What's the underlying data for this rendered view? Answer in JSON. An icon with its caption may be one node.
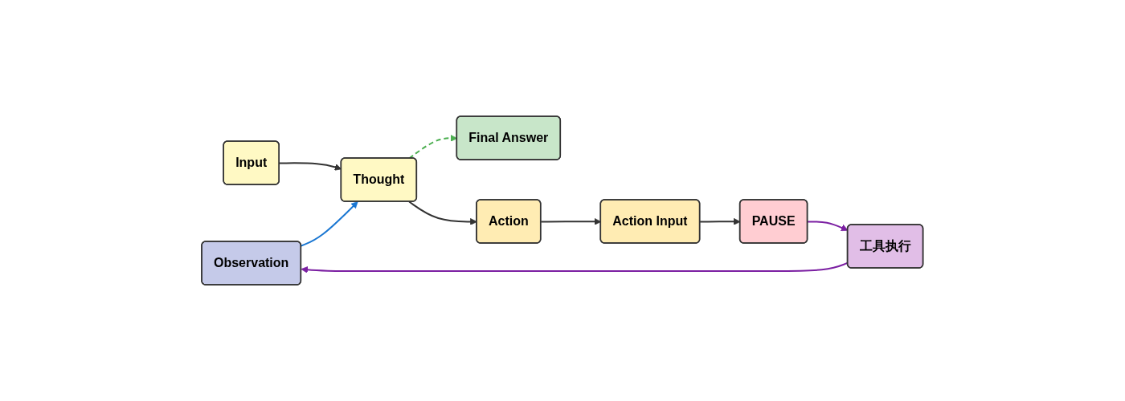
{
  "diagram": {
    "nodes": [
      {
        "text": [
          "Final Answer"
        ]
      },
      {
        "text": [
          "Observation"
        ]
      },
      {
        "text": [
          "工具执行"
        ]
      },
      {
        "text": [
          "Input"
        ]
      },
      {
        "text": [
          "Thought"
        ]
      },
      {
        "text": [
          "Action"
        ]
      },
      {
        "text": [
          "Action Input"
        ]
      },
      {
        "text": [
          "PAUSE"
        ]
      }
    ],
    "edges": [
      {
        "from": 3,
        "to": 4,
        "arrow": "to"
      },
      {
        "from": 4,
        "to": 5,
        "arrow": "to"
      },
      {
        "from": 5,
        "to": 6,
        "arrow": "to"
      },
      {
        "from": 6,
        "to": 7,
        "arrow": "to"
      },
      {
        "from": 7,
        "to": 2,
        "arrow": "to",
        "color": "#7b1fa2"
      },
      {
        "from": 2,
        "to": 1,
        "arrow": "to",
        "color": "#7b1fa2"
      },
      {
        "from": 1,
        "to": 4,
        "arrow": "to",
        "color": "#1976d2"
      },
      {
        "from": 4,
        "to": 0,
        "arrow": "to",
        "style": "dashed",
        "color": "#4caf50"
      }
    ]
  }
}
